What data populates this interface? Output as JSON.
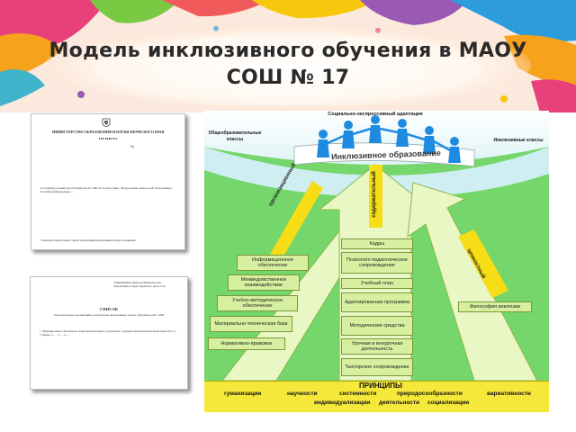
{
  "title": "Модель инклюзивного обучения в МАОУ СОШ № 17",
  "documents": {
    "order": {
      "header": "МИНИСТЕРСТВО ОБРАЗОВАНИЯ И НАУКИ ПЕРМСКОГО КРАЯ",
      "doc_type": "ПРИКАЗ",
      "number": "№",
      "body": "О создании условий для обучения детей с ОВЗ. В соответствии с Федеральным законом «Об образовании в Российской Федерации» …",
      "footer": "Утвердить прилагаемые списки необходимой инклюзивной мерах оснащения"
    },
    "list": {
      "approve": "УТВЕРЖДЕН приказом Министерства образования и науки Пермского края от № ",
      "heading": "СПИСОК",
      "subheading": "образовательных организаций, реализующих инклюзивную модель обучения детей с ОВЗ",
      "items": "1. Муниципальное автономное общеобразовательное учреждение «Средняя общеобразовательная школа № 17» г. Перми. 2. … 3. … 4. …"
    }
  },
  "diagram": {
    "top_label": "Социально-экспрессивный адаптация",
    "left_label": "Общеобразовательные классы",
    "right_label": "Инклюзивные классы",
    "banner": "Инклюзивное образование",
    "arrow_left": "организационный",
    "arrow_mid": "содержательный",
    "arrow_right": "ценностный",
    "center_boxes": [
      "Кадры",
      "Психолого педагогическое сопровождение",
      "Учебный план",
      "Адаптированная программа",
      "Методические средства",
      "Урочная и внеурочная деятельность",
      "Тьюторское сопровождение"
    ],
    "left_boxes": [
      "Информационное обеспечение",
      "Межведомственное взаимодействие",
      "Учебно-методическое обеспечение",
      "Материально-техническая база",
      "Нормативно-правовое"
    ],
    "right_box": "Философия инклюзии",
    "principles_title": "ПРИНЦИПЫ",
    "principles": [
      "гуманизации",
      "научности",
      "системности",
      "природосообразности",
      "вариативности",
      "индивидуализации",
      "деятельности",
      "социализации"
    ],
    "colors": {
      "background": "#74d66b",
      "arrow_fill": "#e8f7c4",
      "ribbon": "#f6dd16",
      "figures": "#1f8be0",
      "principles_band": "#f5e83a"
    }
  }
}
